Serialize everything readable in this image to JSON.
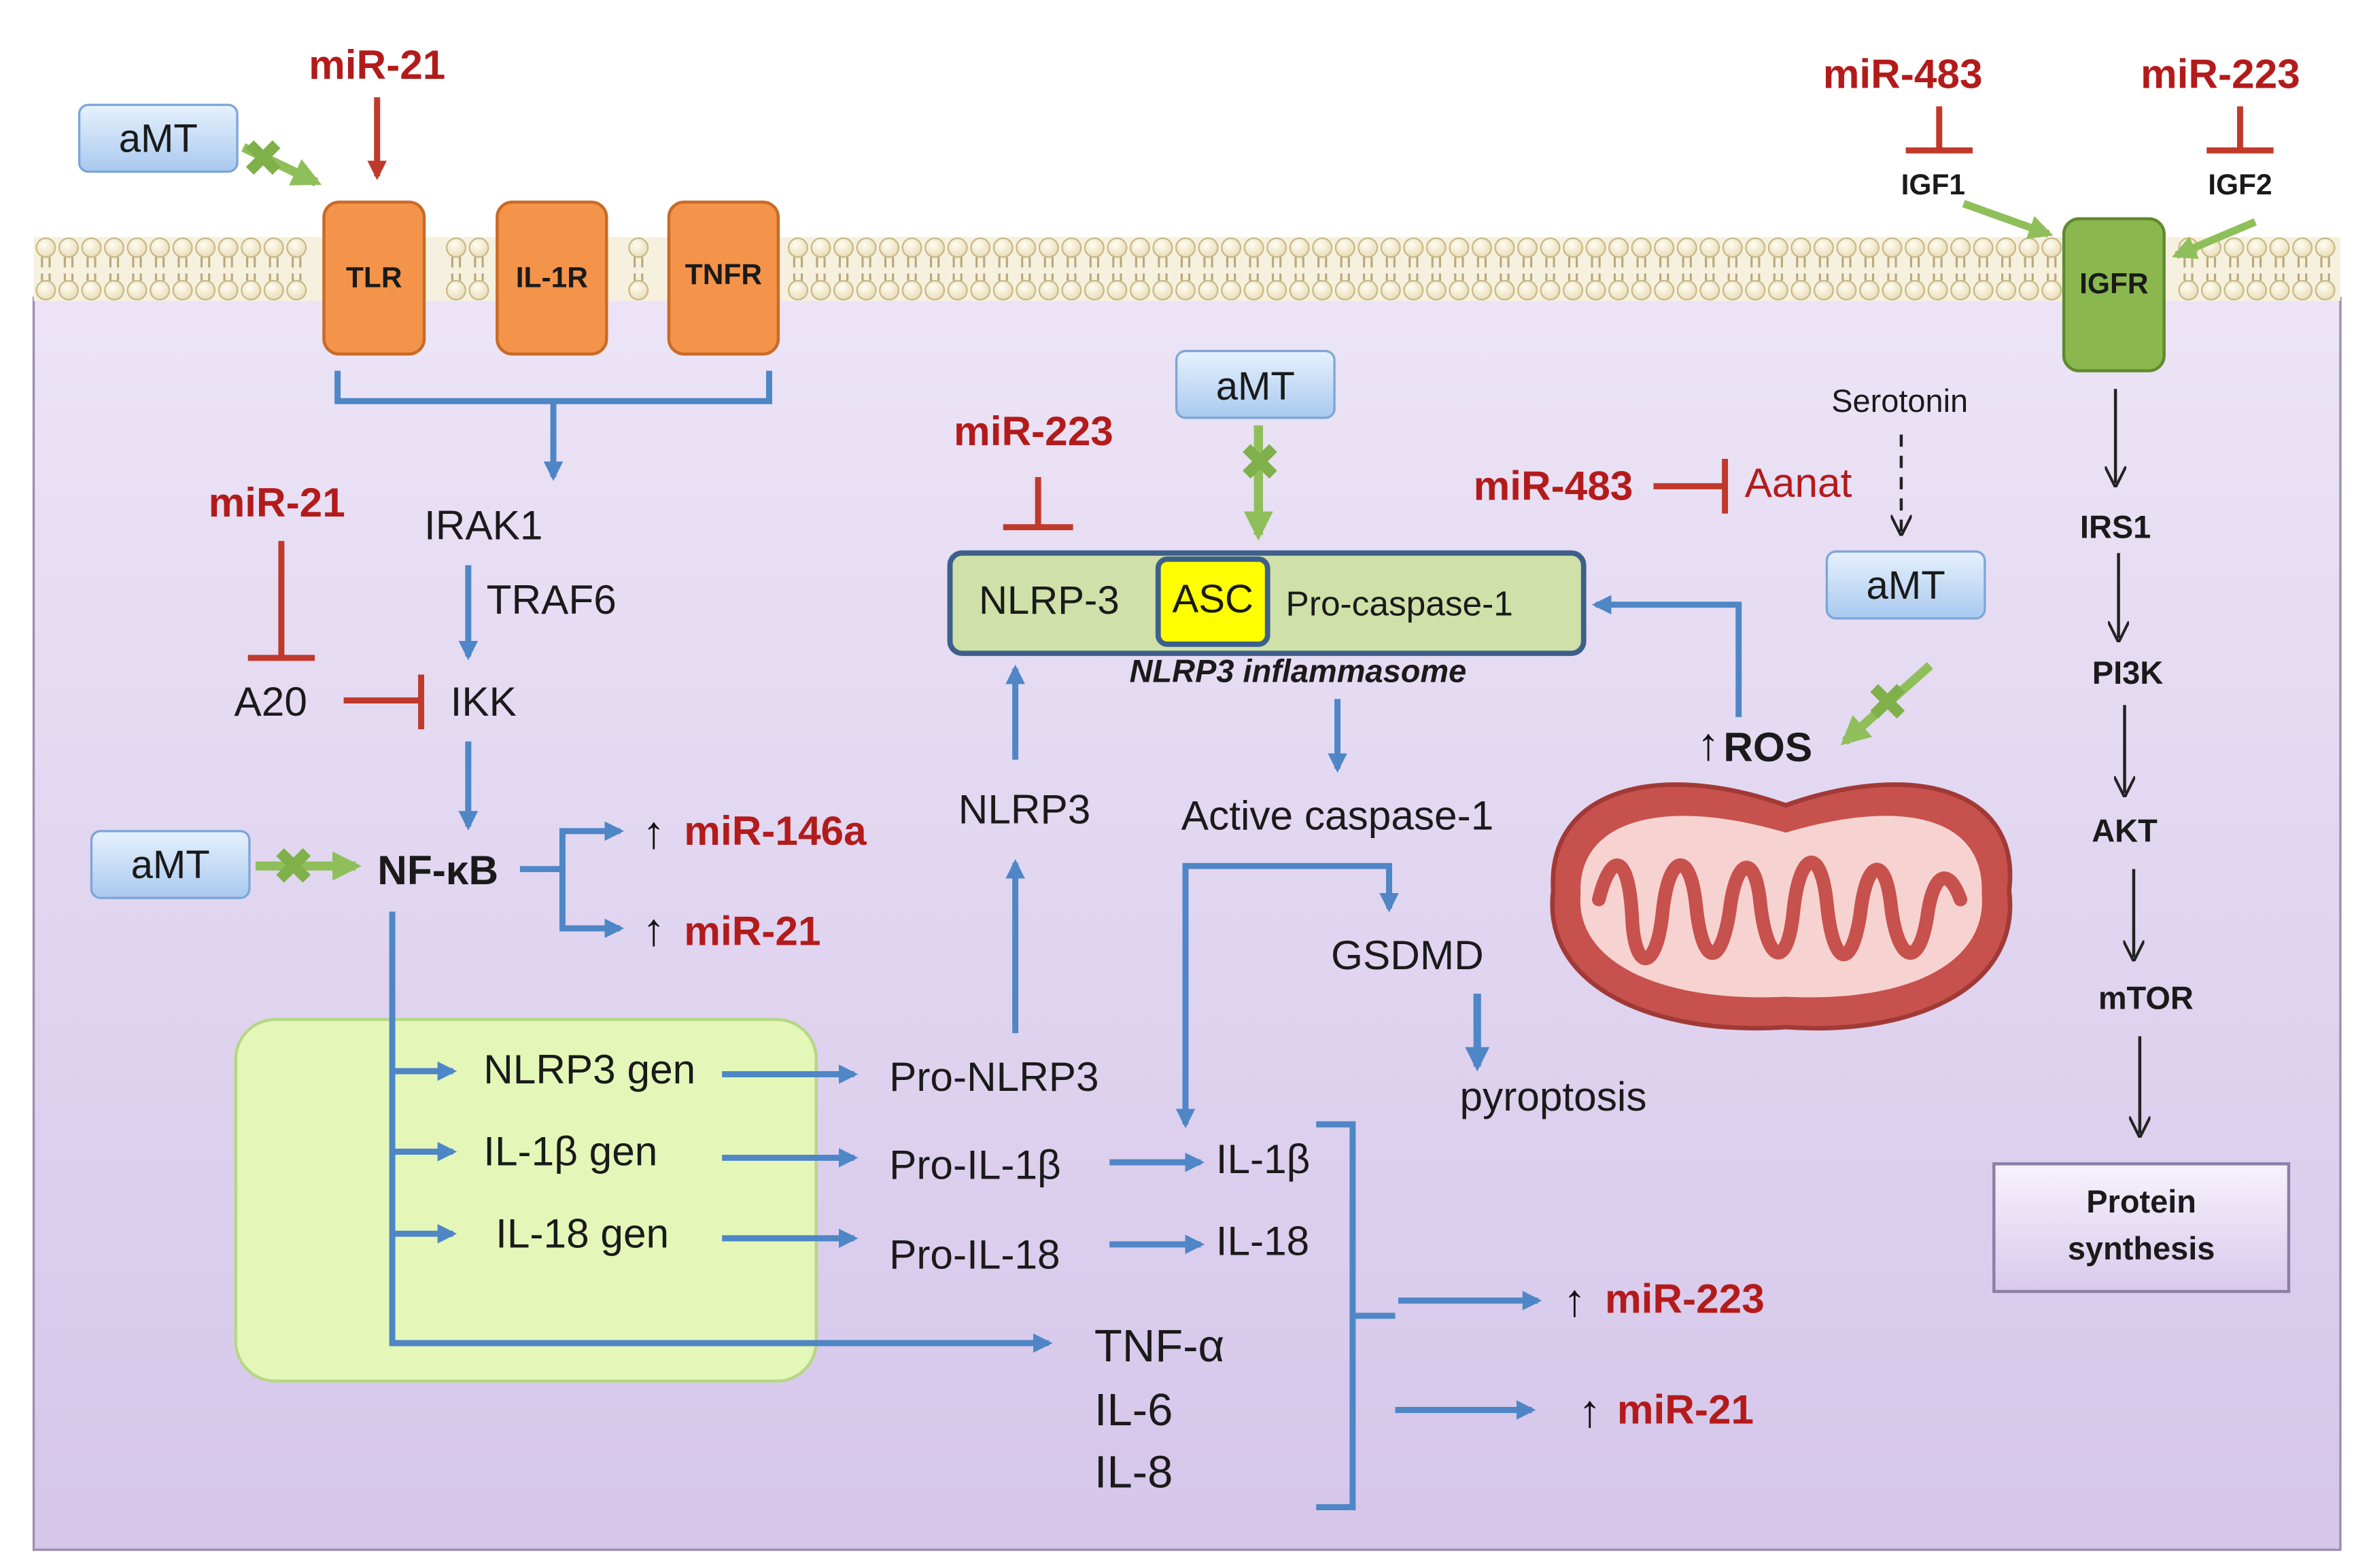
{
  "membrane": {
    "receptors": {
      "tlr": "TLR",
      "il1r": "IL-1R",
      "tnfr": "TNFR",
      "igfr": "IGFR"
    },
    "ligands": {
      "igf1": "IGF1",
      "igf2": "IGF2"
    }
  },
  "mirna": {
    "mir21_top": "miR-21",
    "mir483_top": "miR-483",
    "mir223_top": "miR-223",
    "mir21_a20": "miR-21",
    "mir223_nlrp": "miR-223",
    "mir483_aanat": "miR-483",
    "up_mir146a": "miR-146a",
    "up_mir21_nfkb": "miR-21",
    "up_mir223_out": "miR-223",
    "up_mir21_out": "miR-21"
  },
  "amt": {
    "top_left": "aMT",
    "nfkb_left": "aMT",
    "inflammasome": "aMT",
    "mito": "aMT"
  },
  "nfkb_pathway": {
    "irak1": "IRAK1",
    "traf6": "TRAF6",
    "a20": "A20",
    "ikk": "IKK",
    "nfkb": "NF-κB"
  },
  "inflammasome": {
    "nlrp3": "NLRP-3",
    "asc": "ASC",
    "procasp": "Pro-caspase-1",
    "label": "NLRP3 inflammasome",
    "nlrp3_free": "NLRP3",
    "active_casp": "Active caspase-1",
    "gsdmd": "GSDMD",
    "pyroptosis": "pyroptosis"
  },
  "mito_pathway": {
    "serotonin": "Serotonin",
    "aanat": "Aanat",
    "ros": "ROS"
  },
  "genes": {
    "nlrp3_gen": "NLRP3 gen",
    "il1b_gen": "IL-1β gen",
    "il18_gen": "IL-18 gen"
  },
  "products": {
    "pro_nlrp3": "Pro-NLRP3",
    "pro_il1b": "Pro-IL-1β",
    "pro_il18": "Pro-IL-18",
    "il1b": "IL-1β",
    "il18": "IL-18",
    "tnfa": "TNF-α",
    "il6": "IL-6",
    "il8": "IL-8"
  },
  "igf_pathway": {
    "irs1": "IRS1",
    "pi3k": "PI3K",
    "akt": "AKT",
    "mtor": "mTOR",
    "protein_line1": "Protein",
    "protein_line2": "synthesis"
  },
  "colors": {
    "cell_interior": "#e1d6f0",
    "receptor_fill": "#f4944a",
    "igfr_fill": "#8ab84f",
    "amt_fill": "#c5dcf5",
    "inflammasome_fill": "#cfe0a8",
    "asc_fill": "#ffff00",
    "gene_box_fill": "#e4f7b8",
    "blue_arrow": "#4e86c6",
    "red_inhibit": "#c0392b",
    "green_x": "#8fbf5a",
    "mito_outer": "#c7514d",
    "mito_inner": "#f6d3d0"
  }
}
